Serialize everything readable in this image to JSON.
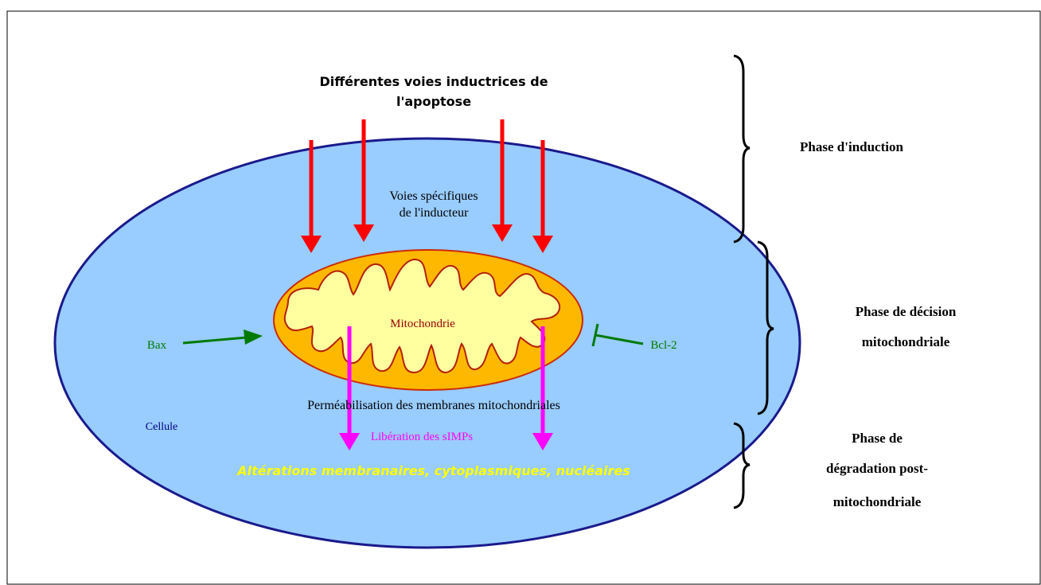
{
  "title": {
    "line1": "Différentes voies inductrices de",
    "line2": "l'apoptose"
  },
  "specific_pathways": {
    "line1": "Voies spécifiques",
    "line2": "de l'inducteur"
  },
  "mitochondria_label": "Mitochondrie",
  "bax_label": "Bax",
  "bcl2_label": "Bcl-2",
  "permeabilization_label": "Perméabilisation des membranes mitochondriales",
  "cell_label": "Cellule",
  "release_label": "Libération des sIMPs",
  "alterations_label": "Altérations membranaires, cytoplasmiques, nucléaires",
  "phases": {
    "induction": "Phase d'induction",
    "decision": {
      "line1": "Phase de décision",
      "line2": "mitochondriale"
    },
    "degradation": {
      "line1": "Phase de",
      "line2": "dégradation post-",
      "line3": "mitochondriale"
    }
  },
  "colors": {
    "cell_fill": "#99ccff",
    "cell_stroke": "#1a1a8c",
    "mito_outer": "#ffb800",
    "mito_inner": "#ffffa0",
    "inducer_arrows": "#ff0000",
    "release_arrows": "#ff00ff",
    "bax_bcl2": "#007a00",
    "alterations_text": "#ffff00",
    "release_text": "#ff00ff",
    "mito_text": "#990000",
    "cell_text": "#000080"
  }
}
